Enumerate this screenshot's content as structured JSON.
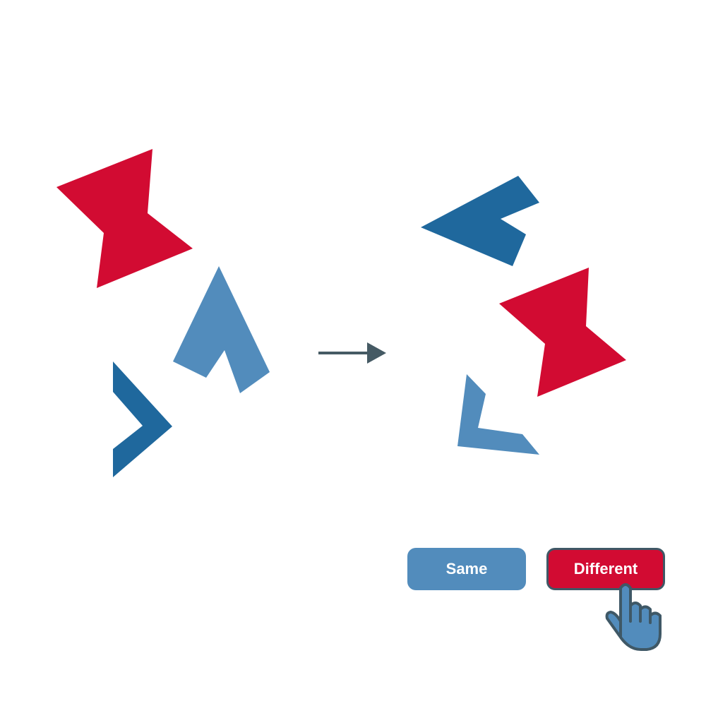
{
  "task": {
    "options": [
      {
        "label": "Same",
        "state": "default"
      },
      {
        "label": "Different",
        "state": "selected"
      }
    ]
  },
  "colors": {
    "crimson": "#d20b32",
    "dark_blue": "#1f689d",
    "steel_blue": "#528cbc",
    "arrow": "#455a64",
    "button_border": "#3f5866",
    "button_text": "#ffffff",
    "background": "#ffffff"
  },
  "icons": {
    "transform_arrow": "right-arrow-icon",
    "pointer": "hand-pointer-icon"
  },
  "shapes": {
    "left_group": [
      {
        "kind": "bowtie",
        "color": "crimson"
      },
      {
        "kind": "arrowhead",
        "color": "steel_blue"
      },
      {
        "kind": "chevron",
        "color": "dark_blue"
      }
    ],
    "right_group": [
      {
        "kind": "arrowhead",
        "color": "dark_blue"
      },
      {
        "kind": "bowtie",
        "color": "crimson"
      },
      {
        "kind": "chevron",
        "color": "steel_blue"
      }
    ]
  }
}
